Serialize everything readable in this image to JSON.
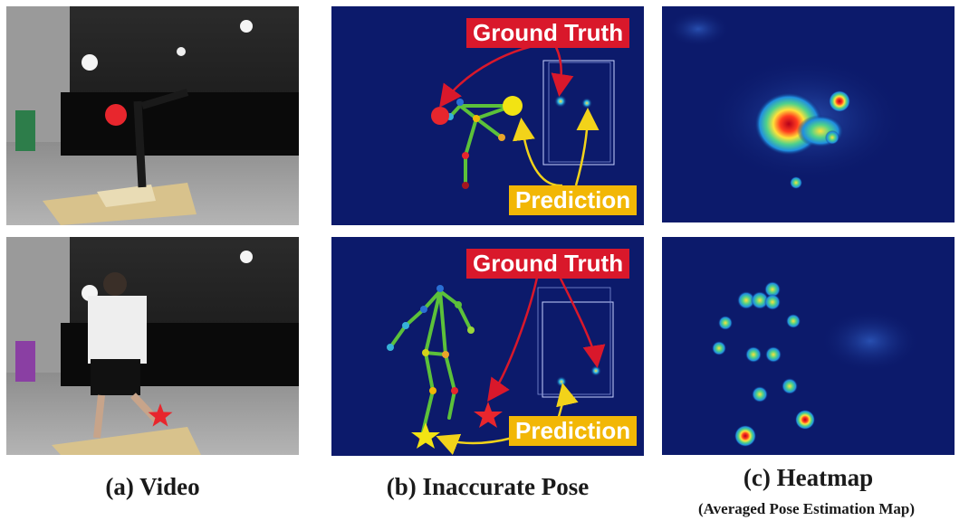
{
  "labels": {
    "ground_truth": "Ground Truth",
    "prediction": "Prediction"
  },
  "captions": {
    "video": "(a) Video",
    "pose": "(b) Inaccurate Pose",
    "heatmap": "(c) Heatmap",
    "heatmap_sub": "(Averaged Pose Estimation Map)"
  },
  "colors": {
    "ground_truth": "#d9182b",
    "prediction": "#f2b705",
    "pose_background": "#0c1a6b",
    "skeleton_limb": "#5cc13a"
  }
}
